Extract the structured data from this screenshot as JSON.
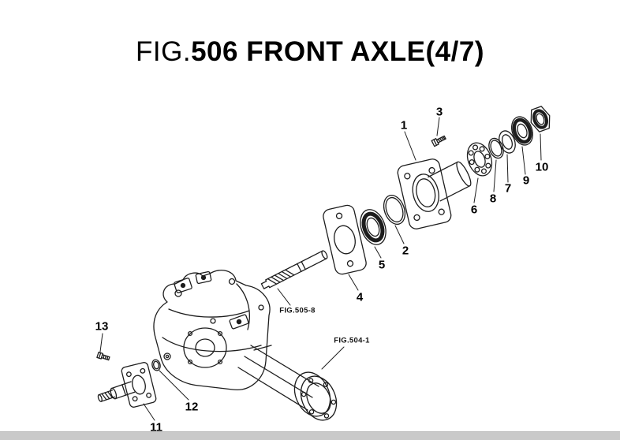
{
  "title": {
    "prefix": "FIG.",
    "main": "506 FRONT AXLE(4/7)"
  },
  "diagram": {
    "callouts": [
      {
        "label": "1"
      },
      {
        "label": "2"
      },
      {
        "label": "3"
      },
      {
        "label": "4"
      },
      {
        "label": "5"
      },
      {
        "label": "6"
      },
      {
        "label": "7"
      },
      {
        "label": "8"
      },
      {
        "label": "9"
      },
      {
        "label": "10"
      },
      {
        "label": "11"
      },
      {
        "label": "12"
      },
      {
        "label": "13"
      }
    ],
    "figure_refs": [
      {
        "label": "FIG.505-8"
      },
      {
        "label": "FIG.504-1"
      }
    ]
  },
  "colors": {
    "ink": "#1d1d1d",
    "paper": "#ffffff",
    "edge_bar": "#c9c9c9"
  }
}
